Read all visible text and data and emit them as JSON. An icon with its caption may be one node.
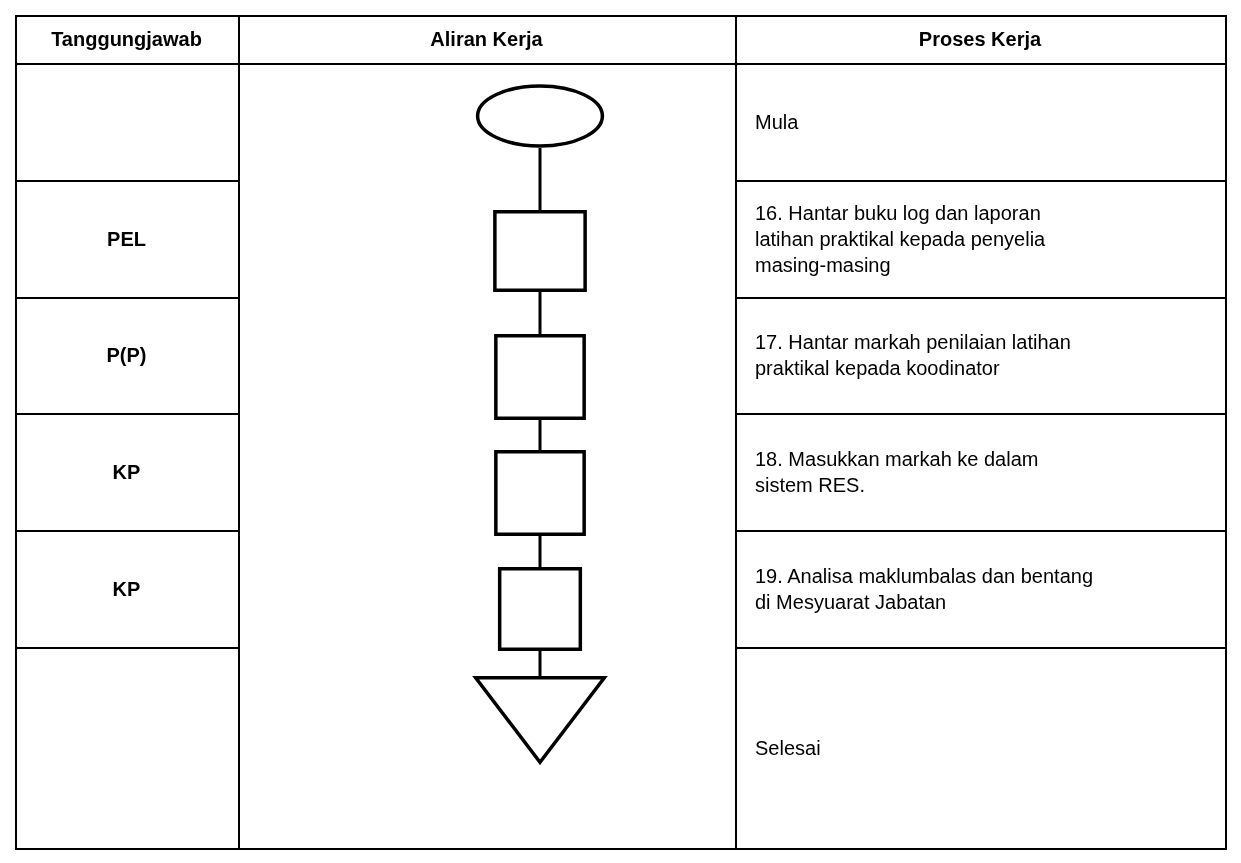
{
  "diagram": {
    "nodes": [
      {
        "text": [],
        "shape": "ellipse"
      },
      {
        "text": [],
        "shape": "box"
      },
      {
        "text": [],
        "shape": "box"
      },
      {
        "text": [],
        "shape": "box"
      },
      {
        "text": [],
        "shape": "box"
      },
      {
        "text": [],
        "shape": "triangle"
      }
    ],
    "edges": [
      {
        "from": 0,
        "to": 1,
        "arrow": "none"
      },
      {
        "from": 1,
        "to": 2,
        "arrow": "none"
      },
      {
        "from": 2,
        "to": 3,
        "arrow": "none"
      },
      {
        "from": 3,
        "to": 4,
        "arrow": "none"
      },
      {
        "from": 4,
        "to": 5,
        "arrow": "none"
      }
    ],
    "labels": [
      "Tanggungjawab",
      "Aliran Kerja",
      "Proses Kerja",
      "Mula",
      "PEL",
      "16. Hantar buku log dan laporan latihan praktikal kepada penyelia masing-masing",
      "P(P)",
      "17. Hantar markah penilaian latihan praktikal kepada koodinator",
      "KP",
      "18. Masukkan markah ke dalam sistem RES.",
      "KP",
      "19. Analisa maklumbalas dan bentang di Mesyuarat Jabatan",
      "Selesai"
    ]
  }
}
